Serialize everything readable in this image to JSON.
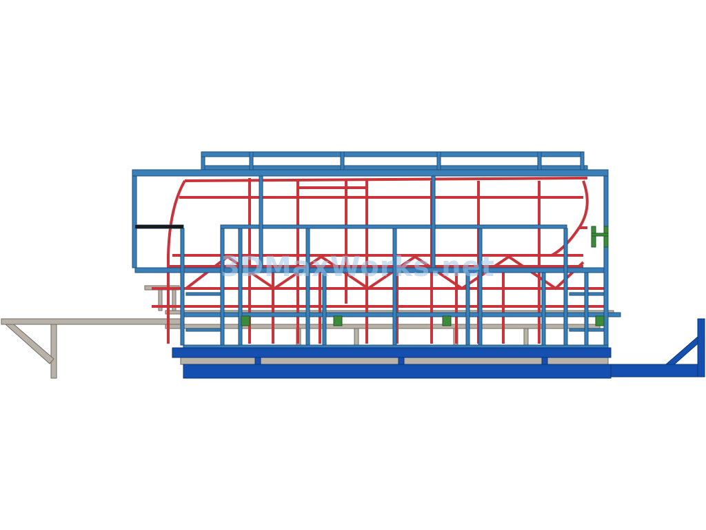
{
  "watermark": {
    "text": "3DMaxWorks.net"
  },
  "colors": {
    "background": "#ffffff",
    "frame_red": "#c9343a",
    "frame_red_dark": "#8c1f24",
    "platform_blue": "#3a7fb8",
    "platform_blue_dark": "#1c4f7a",
    "base_blue": "#1550b0",
    "base_blue_dark": "#0c3478",
    "support_gray": "#b8b2a8",
    "support_gray_dark": "#6f6a62",
    "bracket_green": "#3c8a3c"
  },
  "parts": [
    {
      "name": "tank-frame",
      "color": "frame_red"
    },
    {
      "name": "access-platform",
      "color": "platform_blue"
    },
    {
      "name": "base-skid",
      "color": "base_blue"
    },
    {
      "name": "support-frame",
      "color": "support_gray"
    },
    {
      "name": "mount-brackets",
      "color": "bracket_green"
    }
  ]
}
